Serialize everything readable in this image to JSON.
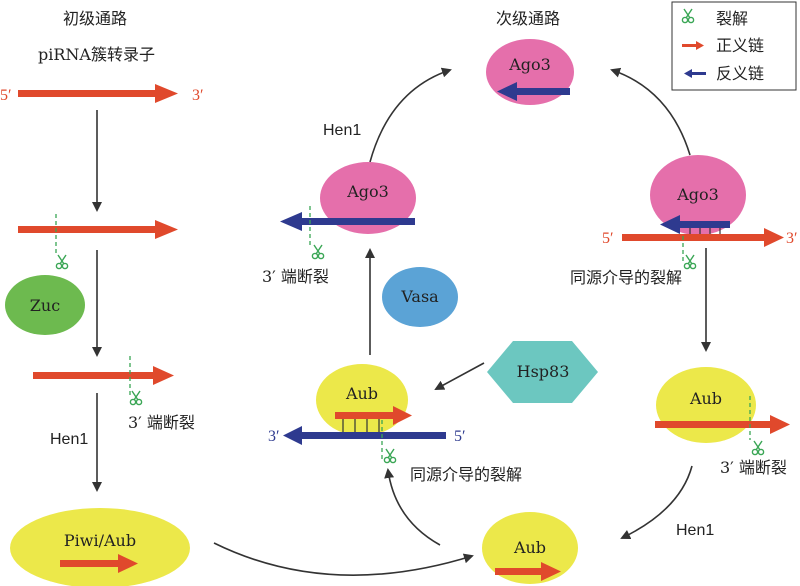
{
  "colors": {
    "sense": "#e0492c",
    "antisense": "#2e3a8f",
    "ago3": "#e56fab",
    "aub": "#ece84a",
    "zuc": "#6dba4f",
    "vasa": "#5ba3d6",
    "hsp83": "#6cc7c0",
    "cleave": "#3aa655",
    "arrow": "#333333"
  },
  "titles": {
    "primary": "初级通路",
    "cluster": "piRNA簇转录子",
    "secondary": "次级通路"
  },
  "legend": {
    "cleavage": "裂解",
    "sense": "正义链",
    "antisense": "反义链"
  },
  "ends": {
    "five": "5′",
    "three": "3′"
  },
  "proteins": {
    "zuc": "Zuc",
    "piwi_aub": "Piwi/Aub",
    "ago3": "Ago3",
    "aub": "Aub",
    "vasa": "Vasa",
    "hsp83": "Hsp83"
  },
  "labels": {
    "hen1": "Hen1",
    "end_cleavage": "3′ 端断裂",
    "homology_cleavage": "同源介导的裂解"
  },
  "icons": {
    "scissors": "scissors-icon"
  }
}
